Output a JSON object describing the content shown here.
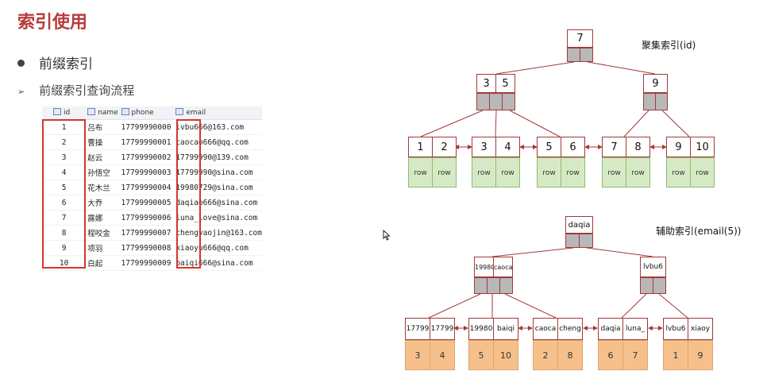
{
  "slide": {
    "title": "索引使用",
    "bullet": "前缀索引",
    "sub_bullet": "前缀索引查询流程"
  },
  "table": {
    "headers": [
      "id",
      "name",
      "phone",
      "email"
    ],
    "rows": [
      [
        "1",
        "吕布",
        "17799990000",
        "lvbu666@163.com"
      ],
      [
        "2",
        "曹操",
        "17799990001",
        "caocao666@qq.com"
      ],
      [
        "3",
        "赵云",
        "17799990002",
        "17799990@139.com"
      ],
      [
        "4",
        "孙悟空",
        "17799990003",
        "17799990@sina.com"
      ],
      [
        "5",
        "花木兰",
        "17799990004",
        "19980729@sina.com"
      ],
      [
        "6",
        "大乔",
        "17799990005",
        "daqiao666@sina.com"
      ],
      [
        "7",
        "露娜",
        "17799990006",
        "luna_love@sina.com"
      ],
      [
        "8",
        "程咬金",
        "17799990007",
        "chengyaojin@163.com"
      ],
      [
        "9",
        "项羽",
        "17799990008",
        "xiaoyu666@qq.com"
      ],
      [
        "10",
        "白起",
        "17799990009",
        "baiqi666@sina.com"
      ]
    ]
  },
  "clustered_index": {
    "label": "聚集索引(id)",
    "root": [
      "7"
    ],
    "internal": [
      [
        "3",
        "5"
      ],
      [
        "9"
      ]
    ],
    "leaves": [
      [
        "1",
        "2"
      ],
      [
        "3",
        "4"
      ],
      [
        "5",
        "6"
      ],
      [
        "7",
        "8"
      ],
      [
        "9",
        "10"
      ]
    ],
    "row_label": "row"
  },
  "secondary_index": {
    "label": "辅助索引(email(5))",
    "root": [
      "daqia"
    ],
    "internal": [
      [
        "19980",
        "caoca"
      ],
      [
        "lvbu6"
      ]
    ],
    "leaves": [
      {
        "keys": [
          "17799",
          "17799"
        ],
        "ids": [
          "3",
          "4"
        ]
      },
      {
        "keys": [
          "19980",
          "baiqi"
        ],
        "ids": [
          "5",
          "10"
        ]
      },
      {
        "keys": [
          "caoca",
          "cheng"
        ],
        "ids": [
          "2",
          "8"
        ]
      },
      {
        "keys": [
          "daqia",
          "luna_"
        ],
        "ids": [
          "6",
          "7"
        ]
      },
      {
        "keys": [
          "lvbu6",
          "xiaoy"
        ],
        "ids": [
          "1",
          "9"
        ]
      }
    ]
  },
  "colors": {
    "title": "#b93a3a",
    "node_border": "#a23a3a",
    "pointer_fill": "#b8b8b8",
    "row_fill": "#d5eac4",
    "id_fill": "#f7c08a",
    "highlight": "#d2362f"
  }
}
